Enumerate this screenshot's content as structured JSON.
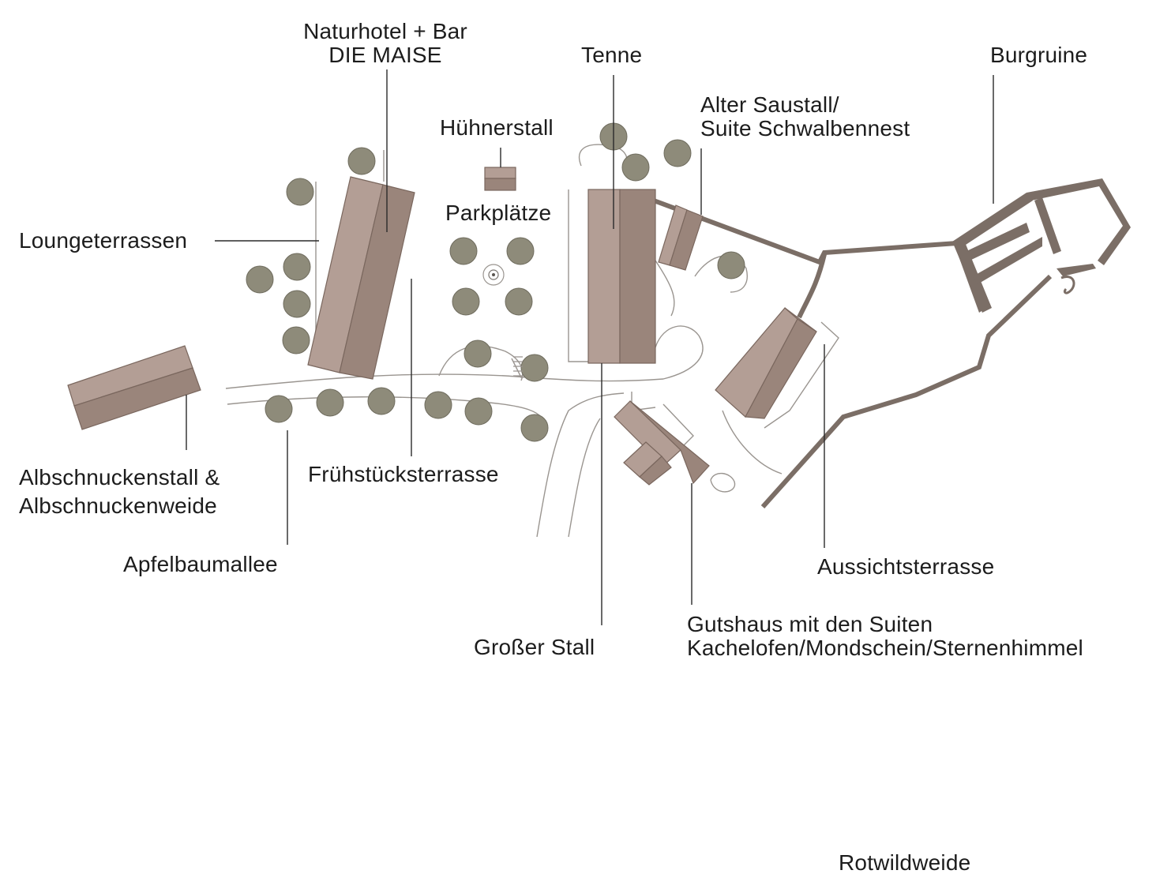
{
  "labels": {
    "naturhotel_line1": "Naturhotel + Bar",
    "naturhotel_line2": "DIE MAISE",
    "tenne": "Tenne",
    "burgruine": "Burgruine",
    "alter_saustall_line1": "Alter Saustall/",
    "alter_saustall_line2": "Suite Schwalbennest",
    "huehnerstall": "Hühnerstall",
    "parkplaetze": "Parkplätze",
    "loungeterrassen": "Loungeterrassen",
    "albschnucken_line1": "Albschnuckenstall &",
    "albschnucken_line2": "Albschnuckenweide",
    "fruehstuecksterrasse": "Frühstücksterrasse",
    "apfelbaumallee": "Apfelbaumallee",
    "aussichtsterrasse": "Aussichtsterrasse",
    "gutshaus_line1": "Gutshaus mit den Suiten",
    "gutshaus_line2": "Kachelofen/Mondschein/Sternenhimmel",
    "grosser_stall": "Großer Stall",
    "rotwildweide": "Rotwildweide"
  },
  "colors": {
    "roof_light": "#b39e95",
    "roof_dark": "#9a857b",
    "tree": "#8e8b7a",
    "wall": "#7b6e66"
  }
}
